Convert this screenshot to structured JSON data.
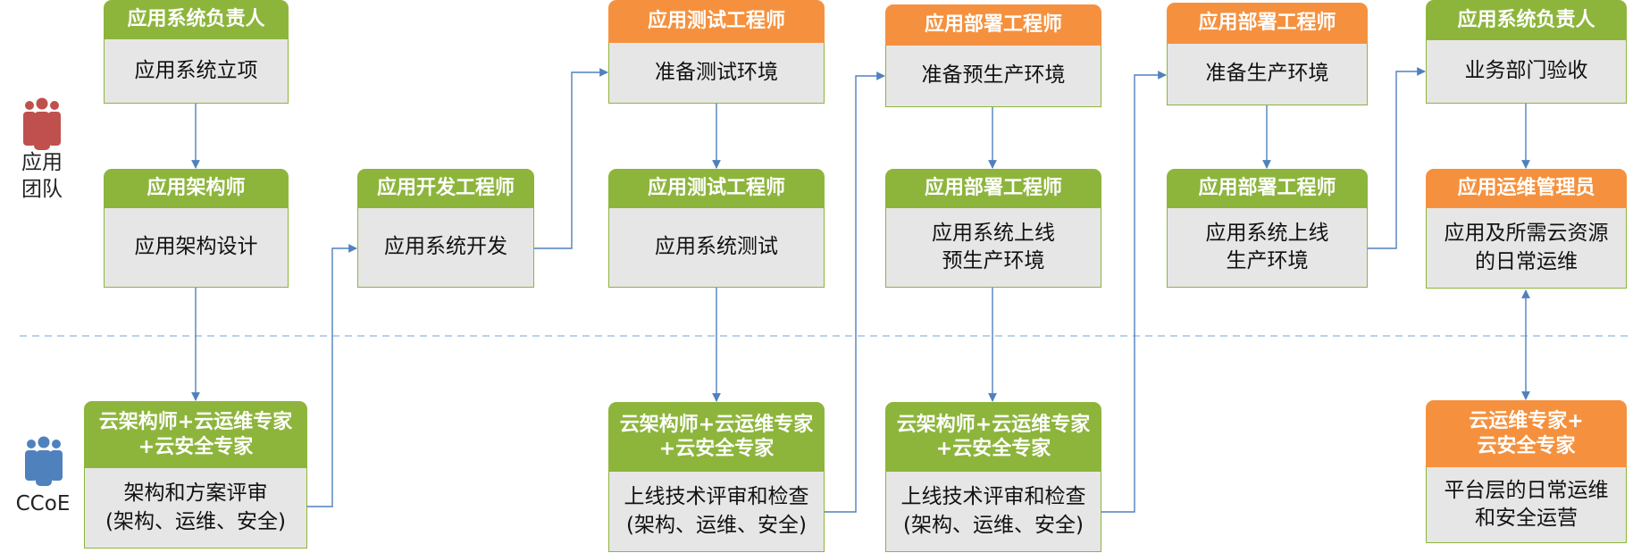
{
  "lanes": {
    "app_team": {
      "label": "应用\n团队",
      "icon": "people-group-icon",
      "color": "#c0504d"
    },
    "ccoe": {
      "label": "CCoE",
      "icon": "people-group-icon",
      "color": "#4f81bd"
    }
  },
  "colors": {
    "header_green": "#8db53c",
    "header_orange": "#f5913e",
    "body_gray": "#e6e6e6",
    "connector": "#4f81bd",
    "divider": "#9dc3e6"
  },
  "steps": {
    "s1": {
      "role": "应用系统负责人",
      "task": "应用系统立项",
      "header_color": "green"
    },
    "s2": {
      "role": "应用架构师",
      "task": "应用架构设计",
      "header_color": "green"
    },
    "s3": {
      "role": "云架构师+云运维专家\n+云安全专家",
      "task": "架构和方案评审\n(架构、运维、安全)",
      "header_color": "green"
    },
    "s4": {
      "role": "应用开发工程师",
      "task": "应用系统开发",
      "header_color": "green"
    },
    "s5": {
      "role": "应用测试工程师",
      "task": "准备测试环境",
      "header_color": "orange"
    },
    "s6": {
      "role": "应用测试工程师",
      "task": "应用系统测试",
      "header_color": "green"
    },
    "s7": {
      "role": "云架构师+云运维专家\n+云安全专家",
      "task": "上线技术评审和检查\n(架构、运维、安全)",
      "header_color": "green"
    },
    "s8": {
      "role": "应用部署工程师",
      "task": "准备预生产环境",
      "header_color": "orange"
    },
    "s9": {
      "role": "应用部署工程师",
      "task": "应用系统上线\n预生产环境",
      "header_color": "green"
    },
    "s10": {
      "role": "云架构师+云运维专家\n+云安全专家",
      "task": "上线技术评审和检查\n(架构、运维、安全)",
      "header_color": "green"
    },
    "s11": {
      "role": "应用部署工程师",
      "task": "准备生产环境",
      "header_color": "orange"
    },
    "s12": {
      "role": "应用部署工程师",
      "task": "应用系统上线\n生产环境",
      "header_color": "green"
    },
    "s13": {
      "role": "应用系统负责人",
      "task": "业务部门验收",
      "header_color": "green"
    },
    "s14": {
      "role": "应用运维管理员",
      "task": "应用及所需云资源\n的日常运维",
      "header_color": "orange"
    },
    "s15": {
      "role": "云运维专家+\n云安全专家",
      "task": "平台层的日常运维\n和安全运营",
      "header_color": "orange"
    }
  },
  "flows": [
    [
      "s1",
      "s2"
    ],
    [
      "s2",
      "s3"
    ],
    [
      "s3",
      "s4"
    ],
    [
      "s4",
      "s5"
    ],
    [
      "s5",
      "s6"
    ],
    [
      "s6",
      "s7"
    ],
    [
      "s7",
      "s8"
    ],
    [
      "s8",
      "s9"
    ],
    [
      "s9",
      "s10"
    ],
    [
      "s10",
      "s11"
    ],
    [
      "s11",
      "s12"
    ],
    [
      "s12",
      "s13"
    ],
    [
      "s13",
      "s14"
    ],
    [
      "s14",
      "s15"
    ]
  ]
}
